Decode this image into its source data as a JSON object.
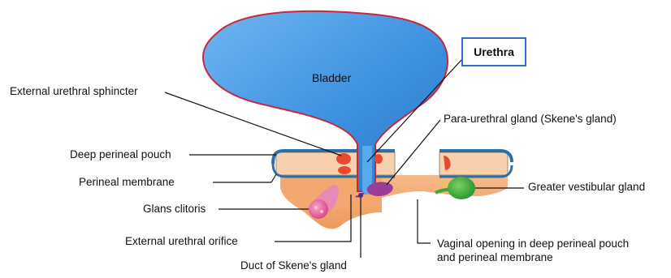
{
  "labels": {
    "bladder": "Bladder",
    "urethra": "Urethra",
    "external_urethral_sphincter": "External urethral sphincter",
    "para_urethral_gland": "Para-urethral gland (Skene's gland)",
    "deep_perineal_pouch": "Deep perineal pouch",
    "perineal_membrane": "Perineal membrane",
    "greater_vestibular_gland": "Greater vestibular gland",
    "glans_clitoris": "Glans clitoris",
    "external_urethral_orifice": "External urethral orifice",
    "duct_of_skenes_gland": "Duct of Skene's gland",
    "vaginal_opening_line1": "Vaginal opening in deep perineal pouch",
    "vaginal_opening_line2": "and perineal membrane"
  },
  "colors": {
    "bladder_fill": "#4a9be6",
    "bladder_outline": "#c8283a",
    "urethra_box_border": "#2f6fbf",
    "pouch_fill": "#f7c9a3",
    "membrane_blue": "#2a6fa8",
    "tissue_orange": "#f0a068",
    "gland_green": "#3aa53a",
    "clitoris_pink": "#e85a9a",
    "skene_purple": "#9a3d9a",
    "sphincter_red": "#e8482c"
  }
}
